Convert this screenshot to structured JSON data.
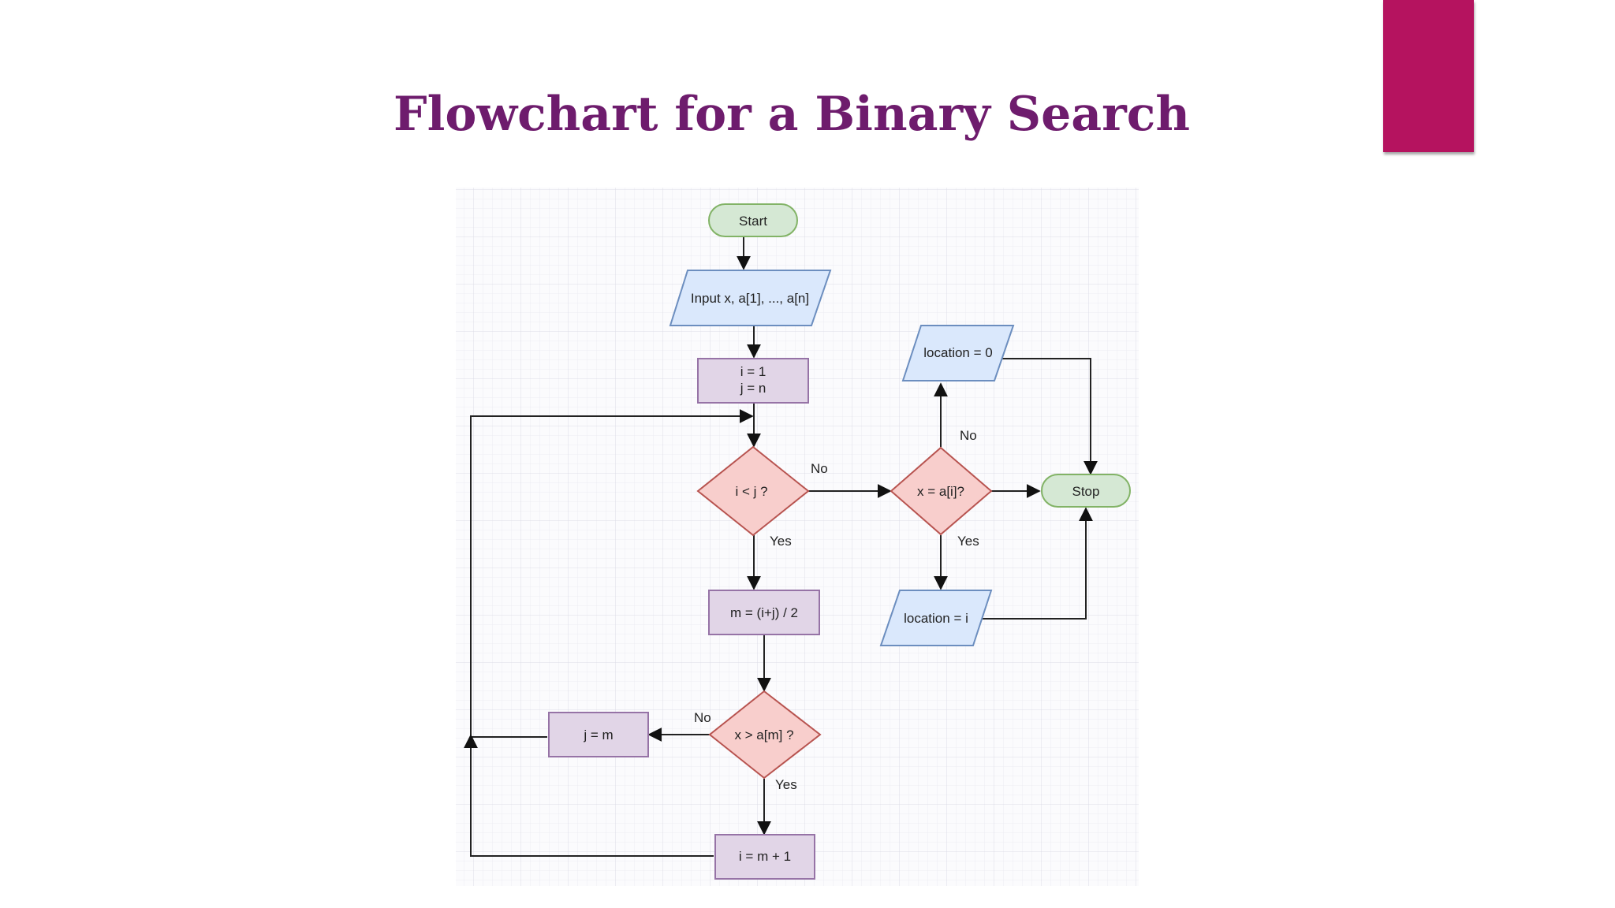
{
  "slide": {
    "title": "Flowchart for a Binary Search"
  },
  "colors": {
    "title": "#6e1c6d",
    "accent": "#b5135f",
    "terminal_fill": "#d5e8d4",
    "terminal_stroke": "#82b366",
    "io_fill": "#dae8fc",
    "io_stroke": "#6c8ebf",
    "process_fill": "#e1d5e7",
    "process_stroke": "#9673a6",
    "decision_fill": "#f8cecc",
    "decision_stroke": "#b85450"
  },
  "flowchart": {
    "start": "Start",
    "input": "Input x, a[1], ..., a[n]",
    "init_i": "i = 1",
    "init_j": "j = n",
    "cond_ij": "i < j ?",
    "compute_m": "m = (i+j) / 2",
    "cond_xam": "x > a[m] ?",
    "set_j": "j = m",
    "set_i": "i = m + 1",
    "cond_xai": "x = a[i]?",
    "location_zero": "location = 0",
    "location_i": "location = i",
    "stop": "Stop",
    "edge_no_ij": "No",
    "edge_yes_ij": "Yes",
    "edge_no_xai": "No",
    "edge_yes_xai": "Yes",
    "edge_no_xam": "No",
    "edge_yes_xam": "Yes"
  }
}
